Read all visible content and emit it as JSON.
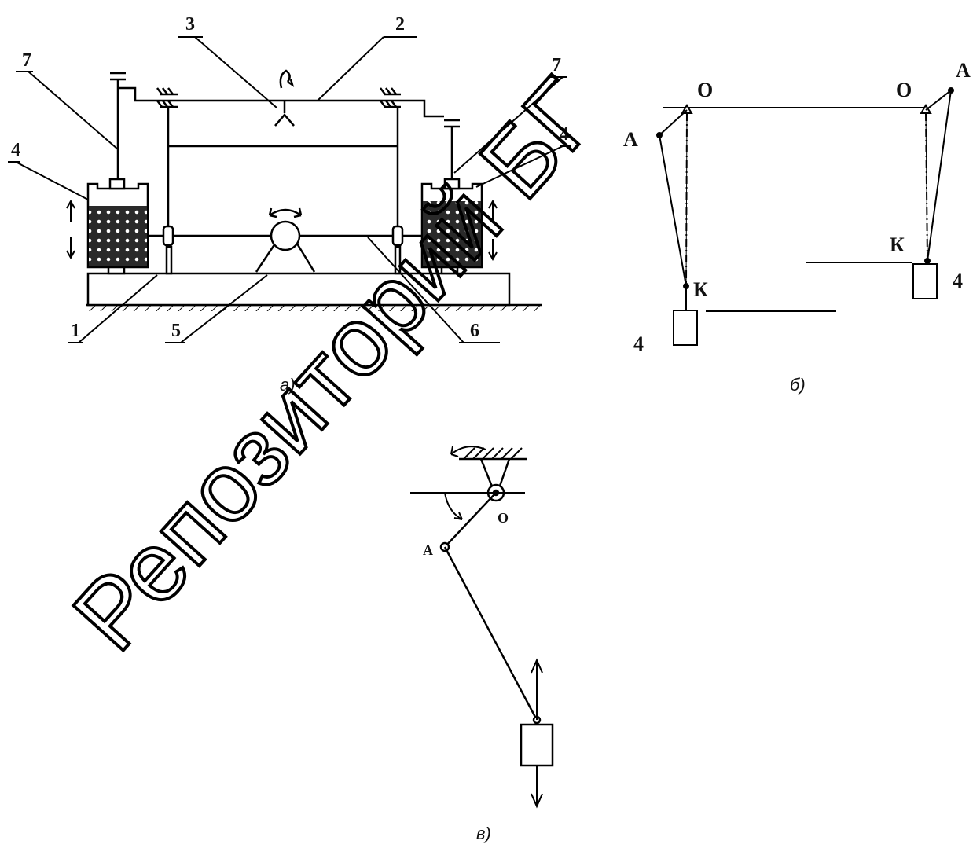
{
  "diagram_a": {
    "caption": "а)",
    "labels": {
      "l1": "1",
      "l2": "2",
      "l3": "3",
      "l4_left": "4",
      "l4_right": "4",
      "l5": "5",
      "l6": "6",
      "l7_left": "7",
      "l7_right": "7"
    }
  },
  "diagram_b": {
    "caption": "б)",
    "labels": {
      "o_left": "O",
      "o_right": "O",
      "a_left": "A",
      "a_right": "A",
      "k_left": "К",
      "k_right": "К",
      "n4_left": "4",
      "n4_right": "4"
    }
  },
  "diagram_c": {
    "caption": "в)",
    "labels": {
      "o": "O",
      "a": "A"
    }
  },
  "watermark": {
    "text": "Репозиторий БГ"
  },
  "colors": {
    "ink": "#000000",
    "fluid": "#1a1a1a",
    "background": "#ffffff"
  }
}
